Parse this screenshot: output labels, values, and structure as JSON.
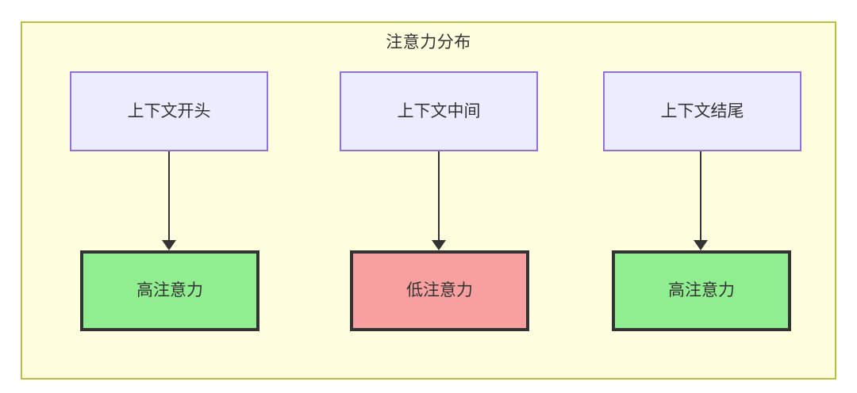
{
  "diagram": {
    "title": "注意力分布",
    "background_color": "#ffffe0",
    "border_color": "#bfbf3f",
    "columns": [
      {
        "top_label": "上下文开头",
        "bottom_label": "高注意力",
        "bottom_state": "high",
        "bottom_color": "#90ee90"
      },
      {
        "top_label": "上下文中间",
        "bottom_label": "低注意力",
        "bottom_state": "low",
        "bottom_color": "#f8a0a0"
      },
      {
        "top_label": "上下文结尾",
        "bottom_label": "高注意力",
        "bottom_state": "high",
        "bottom_color": "#90ee90"
      }
    ],
    "node_style": {
      "top_fill": "#ececff",
      "top_border": "#9370db",
      "bottom_border": "#333333",
      "text_color": "#333333"
    },
    "edge_color": "#333333"
  }
}
